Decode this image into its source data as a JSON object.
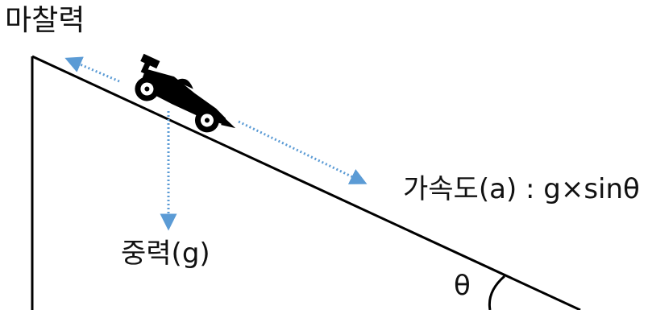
{
  "labels": {
    "friction": "마찰력",
    "acceleration": "가속도(a) : g×sinθ",
    "gravity": "중력(g)",
    "angle": "θ"
  },
  "icons": {
    "vehicle": "race-car-icon"
  },
  "colors": {
    "arrow": "#5b9bd5",
    "outline": "#000000",
    "text": "#111111",
    "background": "#ffffff"
  }
}
